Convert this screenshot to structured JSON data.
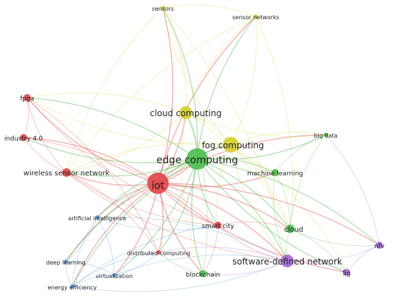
{
  "colors": {
    "red": "#e2474a",
    "green": "#4cbe50",
    "yellow": "#d7d02e",
    "blue": "#5a9ad6",
    "purple": "#a86ad8"
  },
  "nodes": [
    {
      "id": "sensors",
      "label": "sensors",
      "cluster": "yellow",
      "weight": 1
    },
    {
      "id": "sensor-networks",
      "label": "sensor networks",
      "cluster": "yellow",
      "weight": 1
    },
    {
      "id": "fpga",
      "label": "fpga",
      "cluster": "red",
      "weight": 2
    },
    {
      "id": "cloud-computing",
      "label": "cloud computing",
      "cluster": "yellow",
      "weight": 4
    },
    {
      "id": "fog-computing",
      "label": "fog computing",
      "cluster": "yellow",
      "weight": 5
    },
    {
      "id": "big-data",
      "label": "big data",
      "cluster": "green",
      "weight": 1
    },
    {
      "id": "industry-4-0",
      "label": "industry 4.0",
      "cluster": "red",
      "weight": 2
    },
    {
      "id": "edge-computing",
      "label": "edge computing",
      "cluster": "green",
      "weight": 10
    },
    {
      "id": "machine-learning",
      "label": "machine learning",
      "cluster": "green",
      "weight": 2
    },
    {
      "id": "wireless-sensor-network",
      "label": "wireless sensor network",
      "cluster": "red",
      "weight": 3
    },
    {
      "id": "iot",
      "label": "iot",
      "cluster": "red",
      "weight": 10
    },
    {
      "id": "artificial-intelligence",
      "label": "artificial intelligence",
      "cluster": "blue",
      "weight": 1
    },
    {
      "id": "smart-city",
      "label": "smart city",
      "cluster": "red",
      "weight": 2
    },
    {
      "id": "cloud",
      "label": "cloud",
      "cluster": "green",
      "weight": 3
    },
    {
      "id": "nfv",
      "label": "nfv",
      "cluster": "purple",
      "weight": 2
    },
    {
      "id": "distributed-computing",
      "label": "distributed computing",
      "cluster": "red",
      "weight": 1
    },
    {
      "id": "deep-learning",
      "label": "deep learning",
      "cluster": "blue",
      "weight": 1
    },
    {
      "id": "virtualization",
      "label": "virtualization",
      "cluster": "blue",
      "weight": 1
    },
    {
      "id": "5g",
      "label": "5g",
      "cluster": "purple",
      "weight": 2
    },
    {
      "id": "blockchain",
      "label": "blockchain",
      "cluster": "green",
      "weight": 2
    },
    {
      "id": "software-defined-network",
      "label": "software-defined network",
      "cluster": "purple",
      "weight": 4
    },
    {
      "id": "energy-efficiency",
      "label": "energy efficiency",
      "cluster": "blue",
      "weight": 1
    }
  ],
  "links": [
    [
      "iot",
      "edge-computing"
    ],
    [
      "iot",
      "fog-computing"
    ],
    [
      "iot",
      "cloud-computing"
    ],
    [
      "iot",
      "fpga"
    ],
    [
      "iot",
      "industry-4-0"
    ],
    [
      "iot",
      "wireless-sensor-network"
    ],
    [
      "iot",
      "smart-city"
    ],
    [
      "iot",
      "cloud"
    ],
    [
      "iot",
      "blockchain"
    ],
    [
      "iot",
      "software-defined-network"
    ],
    [
      "iot",
      "5g"
    ],
    [
      "iot",
      "nfv"
    ],
    [
      "iot",
      "machine-learning"
    ],
    [
      "iot",
      "big-data"
    ],
    [
      "iot",
      "sensors"
    ],
    [
      "iot",
      "sensor-networks"
    ],
    [
      "iot",
      "artificial-intelligence"
    ],
    [
      "iot",
      "distributed-computing"
    ],
    [
      "iot",
      "deep-learning"
    ],
    [
      "iot",
      "virtualization"
    ],
    [
      "iot",
      "energy-efficiency"
    ],
    [
      "edge-computing",
      "fog-computing"
    ],
    [
      "edge-computing",
      "cloud-computing"
    ],
    [
      "edge-computing",
      "machine-learning"
    ],
    [
      "edge-computing",
      "big-data"
    ],
    [
      "edge-computing",
      "cloud"
    ],
    [
      "edge-computing",
      "blockchain"
    ],
    [
      "edge-computing",
      "software-defined-network"
    ],
    [
      "edge-computing",
      "5g"
    ],
    [
      "edge-computing",
      "nfv"
    ],
    [
      "edge-computing",
      "smart-city"
    ],
    [
      "edge-computing",
      "wireless-sensor-network"
    ],
    [
      "edge-computing",
      "fpga"
    ],
    [
      "edge-computing",
      "industry-4-0"
    ],
    [
      "edge-computing",
      "sensors"
    ],
    [
      "edge-computing",
      "sensor-networks"
    ],
    [
      "edge-computing",
      "artificial-intelligence"
    ],
    [
      "edge-computing",
      "distributed-computing"
    ],
    [
      "edge-computing",
      "deep-learning"
    ],
    [
      "edge-computing",
      "virtualization"
    ],
    [
      "edge-computing",
      "energy-efficiency"
    ],
    [
      "cloud-computing",
      "fog-computing"
    ],
    [
      "cloud-computing",
      "sensors"
    ],
    [
      "cloud-computing",
      "sensor-networks"
    ],
    [
      "cloud-computing",
      "fpga"
    ],
    [
      "cloud-computing",
      "wireless-sensor-network"
    ],
    [
      "cloud-computing",
      "big-data"
    ],
    [
      "cloud-computing",
      "cloud"
    ],
    [
      "cloud-computing",
      "blockchain"
    ],
    [
      "fog-computing",
      "sensors"
    ],
    [
      "fog-computing",
      "sensor-networks"
    ],
    [
      "fog-computing",
      "big-data"
    ],
    [
      "fog-computing",
      "machine-learning"
    ],
    [
      "fog-computing",
      "cloud"
    ],
    [
      "fog-computing",
      "software-defined-network"
    ],
    [
      "fog-computing",
      "5g"
    ],
    [
      "fog-computing",
      "wireless-sensor-network"
    ],
    [
      "fog-computing",
      "fpga"
    ],
    [
      "fog-computing",
      "smart-city"
    ],
    [
      "sensors",
      "sensor-networks"
    ],
    [
      "sensors",
      "wireless-sensor-network"
    ],
    [
      "sensors",
      "software-defined-network"
    ],
    [
      "sensor-networks",
      "wireless-sensor-network"
    ],
    [
      "sensor-networks",
      "cloud"
    ],
    [
      "fpga",
      "wireless-sensor-network"
    ],
    [
      "fpga",
      "industry-4-0"
    ],
    [
      "fpga",
      "smart-city"
    ],
    [
      "fpga",
      "distributed-computing"
    ],
    [
      "industry-4-0",
      "wireless-sensor-network"
    ],
    [
      "industry-4-0",
      "smart-city"
    ],
    [
      "wireless-sensor-network",
      "smart-city"
    ],
    [
      "wireless-sensor-network",
      "distributed-computing"
    ],
    [
      "wireless-sensor-network",
      "software-defined-network"
    ],
    [
      "smart-city",
      "cloud"
    ],
    [
      "smart-city",
      "software-defined-network"
    ],
    [
      "smart-city",
      "blockchain"
    ],
    [
      "cloud",
      "machine-learning"
    ],
    [
      "cloud",
      "big-data"
    ],
    [
      "cloud",
      "software-defined-network"
    ],
    [
      "cloud",
      "5g"
    ],
    [
      "cloud",
      "nfv"
    ],
    [
      "machine-learning",
      "big-data"
    ],
    [
      "machine-learning",
      "software-defined-network"
    ],
    [
      "software-defined-network",
      "5g"
    ],
    [
      "software-defined-network",
      "nfv"
    ],
    [
      "software-defined-network",
      "blockchain"
    ],
    [
      "software-defined-network",
      "distributed-computing"
    ],
    [
      "5g",
      "nfv"
    ],
    [
      "nfv",
      "big-data"
    ],
    [
      "blockchain",
      "distributed-computing"
    ],
    [
      "blockchain",
      "cloud-computing"
    ],
    [
      "artificial-intelligence",
      "deep-learning"
    ],
    [
      "artificial-intelligence",
      "energy-efficiency"
    ],
    [
      "artificial-intelligence",
      "virtualization"
    ],
    [
      "artificial-intelligence",
      "smart-city"
    ],
    [
      "artificial-intelligence",
      "software-defined-network"
    ],
    [
      "deep-learning",
      "energy-efficiency"
    ],
    [
      "deep-learning",
      "virtualization"
    ],
    [
      "virtualization",
      "energy-efficiency"
    ],
    [
      "virtualization",
      "software-defined-network"
    ],
    [
      "virtualization",
      "distributed-computing"
    ],
    [
      "energy-efficiency",
      "distributed-computing"
    ],
    [
      "energy-efficiency",
      "software-defined-network"
    ],
    [
      "energy-efficiency",
      "smart-city"
    ]
  ]
}
